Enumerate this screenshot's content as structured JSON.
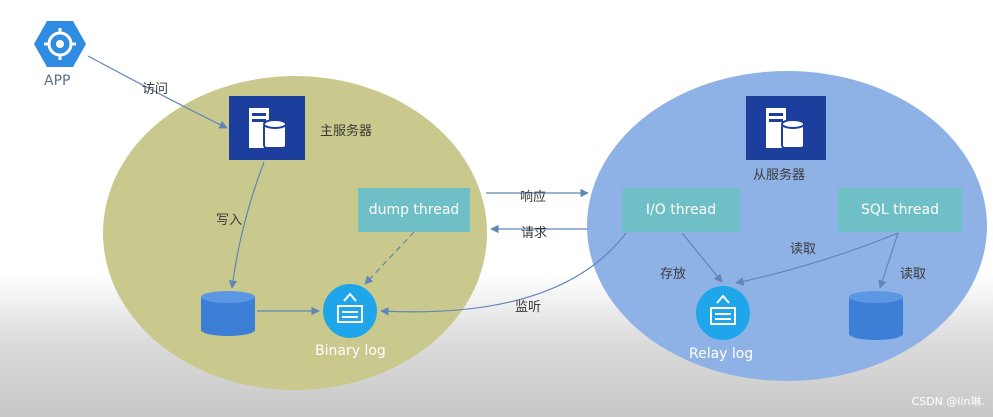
{
  "app": {
    "label": "APP"
  },
  "edges": {
    "visit": "访问",
    "write": "写入",
    "respond": "响应",
    "request": "请求",
    "listen": "监听",
    "store": "存放",
    "read_1": "读取",
    "read_2": "读取"
  },
  "master": {
    "label": "主服务器",
    "dump_thread": "dump thread",
    "binary_log": "Binary log"
  },
  "slave": {
    "label": "从服务器",
    "io_thread": "I/O thread",
    "sql_thread": "SQL thread",
    "relay_log": "Relay log"
  },
  "watermark": "CSDN @lin琳.",
  "colors": {
    "master_circle": "#c9c98d",
    "slave_circle": "#8fb2e6",
    "thread_box": "#6fbfc6",
    "server_icon": "#1c3f9e",
    "db_icon": "#3d7fd6",
    "log_icon": "#1ea5ea",
    "app_icon": "#2e8de3"
  }
}
